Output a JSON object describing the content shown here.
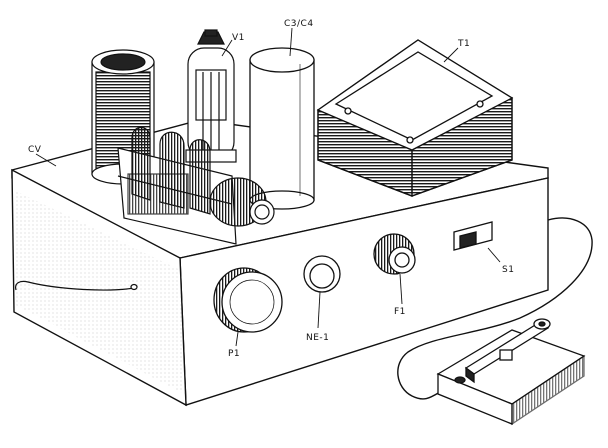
{
  "labels": {
    "cv": "CV",
    "v1": "V1",
    "c3c4": "C3/C4",
    "t1": "T1",
    "s1": "S1",
    "p1": "P1",
    "ne1": "NE-1",
    "f1": "F1"
  },
  "colors": {
    "ink": "#111111",
    "paper": "#ffffff",
    "shade": "#2a2a2a"
  }
}
